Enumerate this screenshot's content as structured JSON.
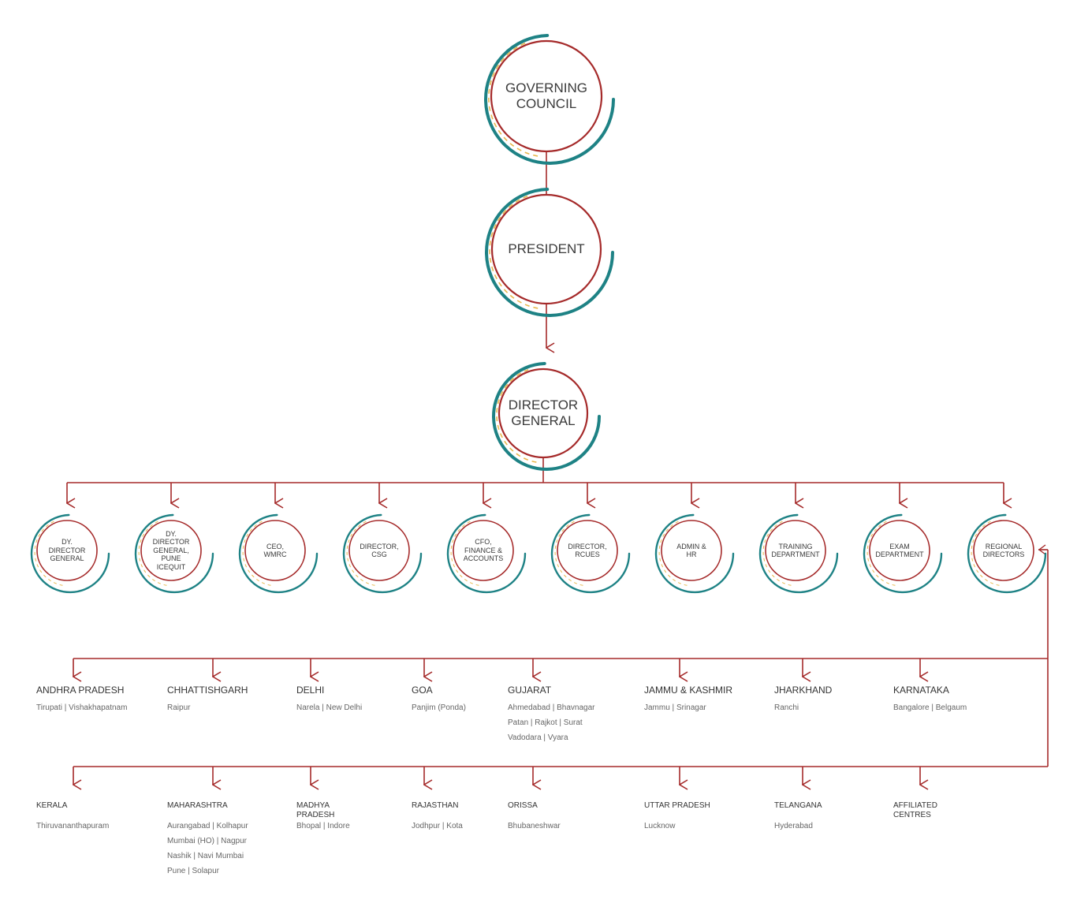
{
  "colors": {
    "teal": "#1e8285",
    "red": "#a52a2a",
    "dash": "#e8b84d"
  },
  "top_nodes": [
    {
      "id": "governing-council",
      "lines": [
        "GOVERNING",
        "COUNCIL"
      ]
    },
    {
      "id": "president",
      "lines": [
        "PRESIDENT"
      ]
    },
    {
      "id": "director-general",
      "lines": [
        "DIRECTOR",
        "GENERAL"
      ]
    }
  ],
  "departments": [
    {
      "id": "dy-director-general",
      "lines": [
        "DY.",
        "DIRECTOR",
        "GENERAL"
      ]
    },
    {
      "id": "dy-director-general-pune",
      "lines": [
        "DY.",
        "DIRECTOR",
        "GENERAL,",
        "PUNE",
        "ICEQUIT"
      ]
    },
    {
      "id": "ceo-wmrc",
      "lines": [
        "CEO,",
        "WMRC"
      ]
    },
    {
      "id": "director-csg",
      "lines": [
        "DIRECTOR,",
        "CSG"
      ]
    },
    {
      "id": "cfo-finance",
      "lines": [
        "CFO,",
        "FINANCE &",
        "ACCOUNTS"
      ]
    },
    {
      "id": "director-rcues",
      "lines": [
        "DIRECTOR,",
        "RCUES"
      ]
    },
    {
      "id": "admin-hr",
      "lines": [
        "ADMIN &",
        "HR"
      ]
    },
    {
      "id": "training-department",
      "lines": [
        "TRAINING",
        "DEPARTMENT"
      ]
    },
    {
      "id": "exam-department",
      "lines": [
        "EXAM",
        "DEPARTMENT"
      ]
    },
    {
      "id": "regional-directors",
      "lines": [
        "REGIONAL",
        "DIRECTORS"
      ]
    }
  ],
  "regions_row1": [
    {
      "title": "ANDHRA PRADESH",
      "lines": [
        "Tirupati  |  Vishakhapatnam"
      ]
    },
    {
      "title": "CHHATTISHGARH",
      "lines": [
        "Raipur"
      ]
    },
    {
      "title": "DELHI",
      "lines": [
        "Narela  |  New Delhi"
      ]
    },
    {
      "title": "GOA",
      "lines": [
        "Panjim (Ponda)"
      ]
    },
    {
      "title": "GUJARAT",
      "lines": [
        "Ahmedabad  |  Bhavnagar",
        "Patan  |  Rajkot  |  Surat",
        "Vadodara  |  Vyara"
      ]
    },
    {
      "title": "JAMMU & KASHMIR",
      "lines": [
        "Jammu  |  Srinagar"
      ]
    },
    {
      "title": "JHARKHAND",
      "lines": [
        "Ranchi"
      ]
    },
    {
      "title": "KARNATAKA",
      "lines": [
        "Bangalore  |  Belgaum"
      ]
    }
  ],
  "regions_row2": [
    {
      "title": "KERALA",
      "lines": [
        "Thiruvananthapuram"
      ]
    },
    {
      "title": "MAHARASHTRA",
      "lines": [
        "Aurangabad  |  Kolhapur",
        "Mumbai (HO)  |  Nagpur",
        "Nashik  |  Navi Mumbai",
        "Pune  |  Solapur"
      ]
    },
    {
      "title": "MADHYA PRADESH",
      "lines": [
        "Bhopal  |  Indore"
      ]
    },
    {
      "title": "RAJASTHAN",
      "lines": [
        "Jodhpur  |  Kota"
      ]
    },
    {
      "title": "ORISSA",
      "lines": [
        "Bhubaneshwar"
      ]
    },
    {
      "title": "UTTAR PRADESH",
      "lines": [
        "Lucknow"
      ]
    },
    {
      "title": "TELANGANA",
      "lines": [
        "Hyderabad"
      ]
    },
    {
      "title": "AFFILIATED CENTRES",
      "lines": []
    }
  ]
}
